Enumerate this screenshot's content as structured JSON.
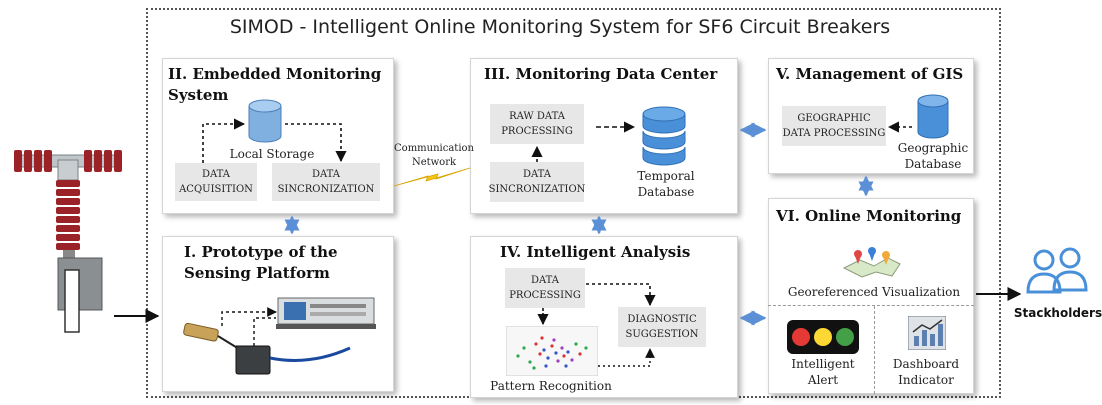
{
  "title": "SIMOD - Intelligent Online Monitoring System for SF6 Circuit Breakers",
  "panels": {
    "embedded": {
      "title": "II. Embedded Monitoring System",
      "local_storage": "Local Storage",
      "data_acquisition": "DATA ACQUISITION",
      "data_sync": "DATA SINCRONIZATION"
    },
    "center": {
      "title": "III. Monitoring Data Center",
      "raw_processing": "RAW DATA PROCESSING",
      "data_sync": "DATA SINCRONIZATION",
      "temporal_db": "Temporal Database"
    },
    "gis": {
      "title": "V. Management of GIS",
      "geo_processing": "GEOGRAPHIC DATA PROCESSING",
      "geo_db": "Geographic Database"
    },
    "prototype": {
      "title": "I. Prototype of the Sensing Platform"
    },
    "analysis": {
      "title": "IV. Intelligent Analysis",
      "data_processing": "DATA PROCESSING",
      "diagnostic": "DIAGNOSTIC SUGGESTION",
      "pattern": "Pattern Recognition"
    },
    "online": {
      "title": "VI. Online Monitoring",
      "geo_vis": "Georeferenced Visualization",
      "alert": "Intelligent Alert",
      "dashboard": "Dashboard Indicator"
    }
  },
  "communication": "Communication Network",
  "stakeholders": "Stackholders",
  "colors": {
    "arrow_blue": "#5b8fd6",
    "db_blue": "#4a90d9",
    "breaker_red": "#9b2226",
    "bolt_yellow": "#f5c518"
  }
}
